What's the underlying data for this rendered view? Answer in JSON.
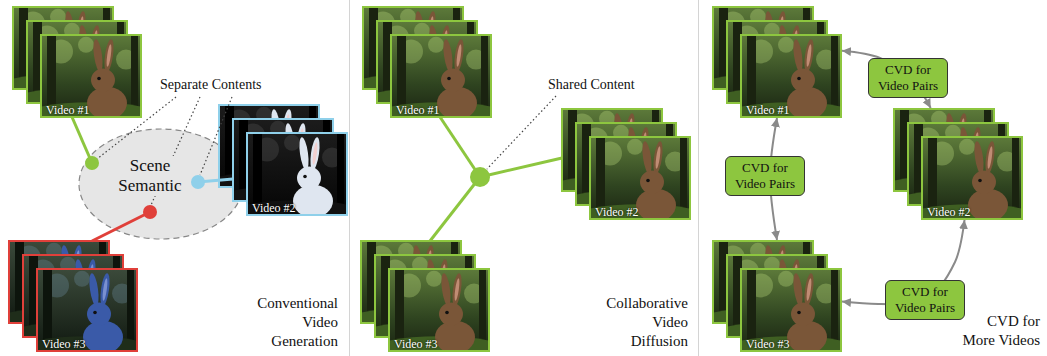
{
  "diagram": {
    "nodes": [
      {
        "text": [
          "Video #1"
        ]
      },
      {
        "text": [
          "Scene Semantic"
        ]
      },
      {
        "text": [
          "Video #2"
        ]
      },
      {
        "text": [
          "Video #3"
        ]
      },
      {
        "text": [
          "Video #1"
        ]
      },
      {
        "text": [
          "Video #2"
        ]
      },
      {
        "text": [
          "Video #3"
        ]
      },
      {
        "text": [
          "Video #1"
        ]
      },
      {
        "text": [
          "Video #2"
        ]
      },
      {
        "text": [
          "Video #3"
        ]
      }
    ],
    "edges": [
      {
        "from": 7,
        "to": 8,
        "label": "CVD for Video Pairs",
        "arrow": "both"
      },
      {
        "from": 8,
        "to": 9,
        "label": "CVD for Video Pairs",
        "arrow": "both"
      },
      {
        "from": 7,
        "to": 9,
        "label": "CVD for Video Pairs",
        "arrow": "both"
      }
    ],
    "labels": [
      "Separate Contents",
      "Conventional Video Generation",
      "Shared Content",
      "Collaborative Video Diffusion",
      "CVD for More Videos"
    ]
  }
}
